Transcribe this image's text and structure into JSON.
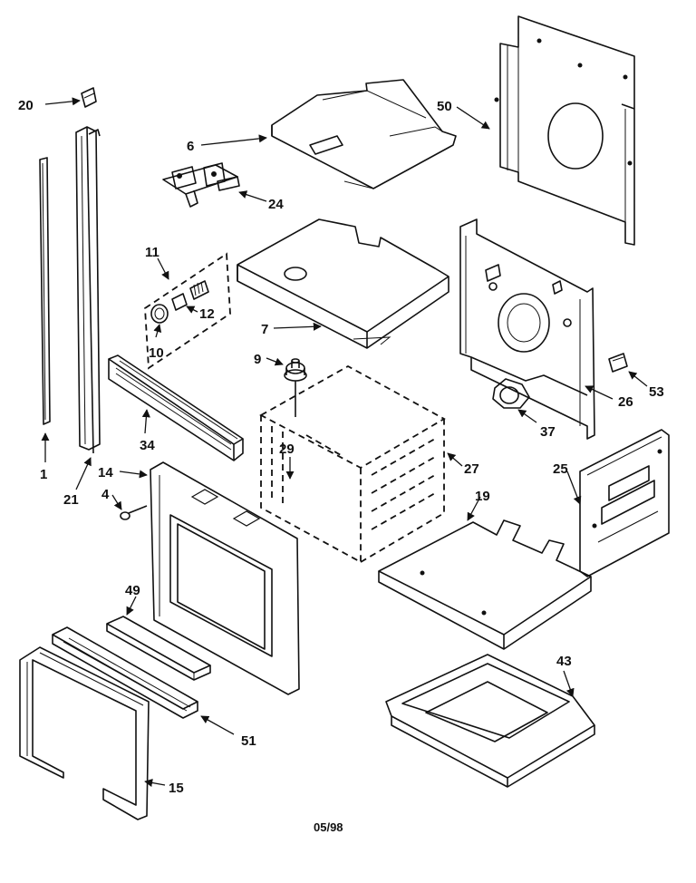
{
  "callouts": {
    "c1": "1",
    "c4": "4",
    "c6": "6",
    "c7": "7",
    "c9": "9",
    "c10": "10",
    "c11": "11",
    "c12": "12",
    "c14": "14",
    "c15": "15",
    "c19": "19",
    "c20": "20",
    "c21": "21",
    "c24": "24",
    "c25": "25",
    "c26": "26",
    "c27": "27",
    "c29": "29",
    "c34": "34",
    "c37": "37",
    "c43": "43",
    "c49": "49",
    "c50": "50",
    "c51": "51",
    "c53": "53"
  },
  "footer": {
    "date_code": "05/98"
  }
}
